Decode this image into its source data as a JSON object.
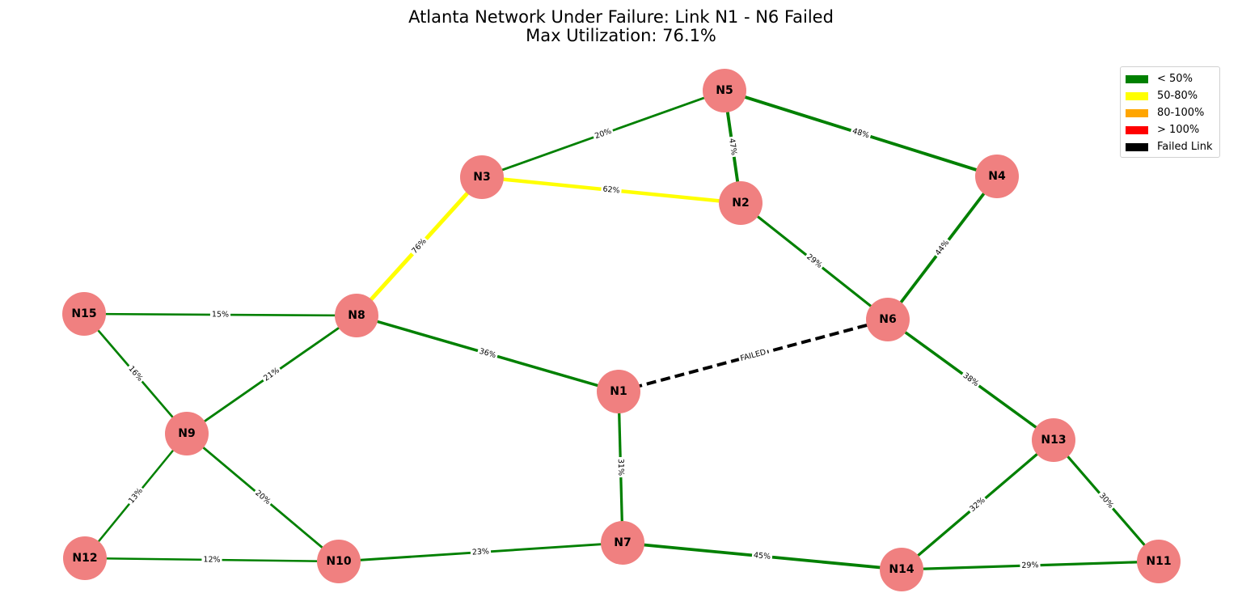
{
  "title": {
    "line1": "Atlanta Network Under Failure: Link N1 - N6 Failed",
    "line2": "Max Utilization: 76.1%"
  },
  "colors": {
    "node_fill": "#f08080",
    "low": "#008000",
    "medium": "#ffff00",
    "high": "#ffa500",
    "over": "#ff0000",
    "failed": "#000000"
  },
  "legend": [
    {
      "label": "< 50%",
      "color": "#008000"
    },
    {
      "label": "50-80%",
      "color": "#ffff00"
    },
    {
      "label": "80-100%",
      "color": "#ffa500"
    },
    {
      "label": "> 100%",
      "color": "#ff0000"
    },
    {
      "label": "Failed Link",
      "color": "#000000"
    }
  ],
  "nodes": [
    "N1",
    "N2",
    "N3",
    "N4",
    "N5",
    "N6",
    "N7",
    "N8",
    "N9",
    "N10",
    "N11",
    "N12",
    "N13",
    "N14",
    "N15"
  ],
  "edges": [
    {
      "from": "N5",
      "to": "N3",
      "label": "20%",
      "utilization": 20,
      "status": "ok"
    },
    {
      "from": "N5",
      "to": "N2",
      "label": "47%",
      "utilization": 47,
      "status": "ok"
    },
    {
      "from": "N5",
      "to": "N4",
      "label": "48%",
      "utilization": 48,
      "status": "ok"
    },
    {
      "from": "N3",
      "to": "N2",
      "label": "62%",
      "utilization": 62,
      "status": "ok"
    },
    {
      "from": "N3",
      "to": "N8",
      "label": "76%",
      "utilization": 76,
      "status": "ok"
    },
    {
      "from": "N2",
      "to": "N6",
      "label": "29%",
      "utilization": 29,
      "status": "ok"
    },
    {
      "from": "N4",
      "to": "N6",
      "label": "44%",
      "utilization": 44,
      "status": "ok"
    },
    {
      "from": "N15",
      "to": "N8",
      "label": "15%",
      "utilization": 15,
      "status": "ok"
    },
    {
      "from": "N15",
      "to": "N9",
      "label": "16%",
      "utilization": 16,
      "status": "ok"
    },
    {
      "from": "N8",
      "to": "N1",
      "label": "36%",
      "utilization": 36,
      "status": "ok"
    },
    {
      "from": "N8",
      "to": "N9",
      "label": "21%",
      "utilization": 21,
      "status": "ok"
    },
    {
      "from": "N1",
      "to": "N6",
      "label": "FAILED",
      "utilization": null,
      "status": "failed"
    },
    {
      "from": "N6",
      "to": "N13",
      "label": "38%",
      "utilization": 38,
      "status": "ok"
    },
    {
      "from": "N1",
      "to": "N7",
      "label": "31%",
      "utilization": 31,
      "status": "ok"
    },
    {
      "from": "N9",
      "to": "N12",
      "label": "13%",
      "utilization": 13,
      "status": "ok"
    },
    {
      "from": "N9",
      "to": "N10",
      "label": "20%",
      "utilization": 20,
      "status": "ok"
    },
    {
      "from": "N12",
      "to": "N10",
      "label": "12%",
      "utilization": 12,
      "status": "ok"
    },
    {
      "from": "N10",
      "to": "N7",
      "label": "23%",
      "utilization": 23,
      "status": "ok"
    },
    {
      "from": "N7",
      "to": "N14",
      "label": "45%",
      "utilization": 45,
      "status": "ok"
    },
    {
      "from": "N13",
      "to": "N14",
      "label": "32%",
      "utilization": 32,
      "status": "ok"
    },
    {
      "from": "N13",
      "to": "N11",
      "label": "30%",
      "utilization": 30,
      "status": "ok"
    },
    {
      "from": "N14",
      "to": "N11",
      "label": "29%",
      "utilization": 29,
      "status": "ok"
    }
  ]
}
